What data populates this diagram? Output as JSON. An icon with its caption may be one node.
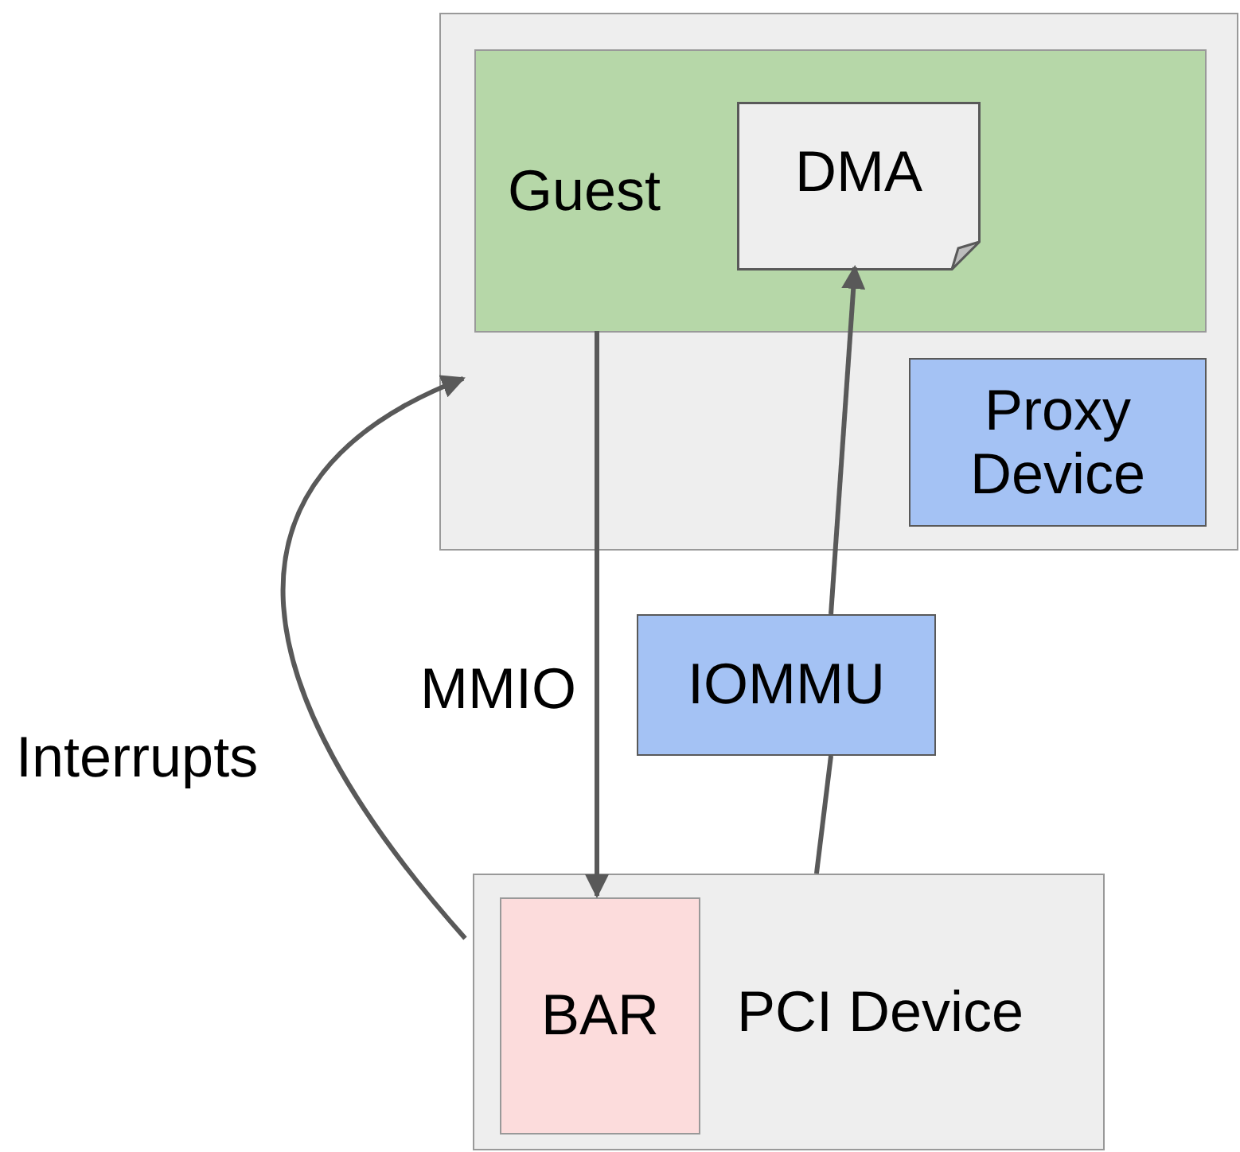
{
  "diagram": {
    "nodes": [
      {
        "text": [],
        "shape": "box"
      },
      {
        "text": [
          "Guest"
        ],
        "in": 0
      },
      {
        "text": [
          "DMA"
        ],
        "in": 1
      },
      {
        "text": [
          "Proxy Device"
        ],
        "in": 0
      },
      {
        "text": [
          "IOMMU"
        ]
      },
      {
        "text": [
          "PCI Device"
        ]
      },
      {
        "text": [
          "BAR"
        ],
        "in": 5
      }
    ],
    "edges": [
      {
        "from": 1,
        "to": 6,
        "arrow": "to",
        "label": "MMIO"
      },
      {
        "from": 5,
        "to": 4,
        "arrow": "none"
      },
      {
        "from": 4,
        "to": 2,
        "arrow": "to"
      },
      {
        "from": 5,
        "to": 0,
        "arrow": "to",
        "label": "Interrupts"
      }
    ]
  }
}
